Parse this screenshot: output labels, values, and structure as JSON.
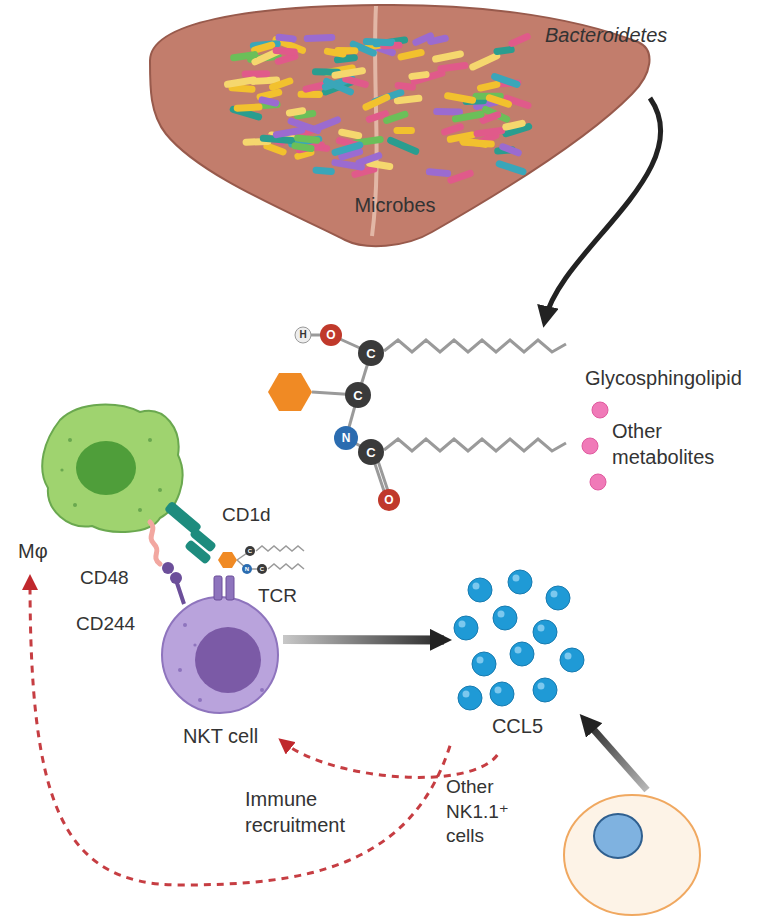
{
  "diagram": {
    "nodes": [
      {
        "text": [
          "Microbes"
        ]
      },
      {
        "text": [
          "Glycosphingolipid"
        ]
      },
      {
        "text": [
          "Mφ"
        ]
      },
      {
        "text": [
          "NKT cell"
        ]
      },
      {
        "text": [
          "CCL5"
        ]
      },
      {
        "text": [
          "Other NK1.1⁺ cells"
        ]
      }
    ],
    "edges": [
      {
        "from": 0,
        "to": 1,
        "arrow": "to"
      },
      {
        "from": 3,
        "to": 4,
        "arrow": "to"
      },
      {
        "from": 5,
        "to": 4,
        "arrow": "to"
      },
      {
        "from": 4,
        "to": 3,
        "arrow": "to"
      },
      {
        "from": 4,
        "to": 2,
        "arrow": "to"
      }
    ],
    "labels": [
      "Bacteroidetes",
      "H",
      "O",
      "C",
      "C",
      "N",
      "C",
      "O",
      "Other metabolites",
      "CD1d",
      "CD48",
      "CD244",
      "TCR",
      "C",
      "N",
      "C",
      "Immune recruitment"
    ]
  }
}
